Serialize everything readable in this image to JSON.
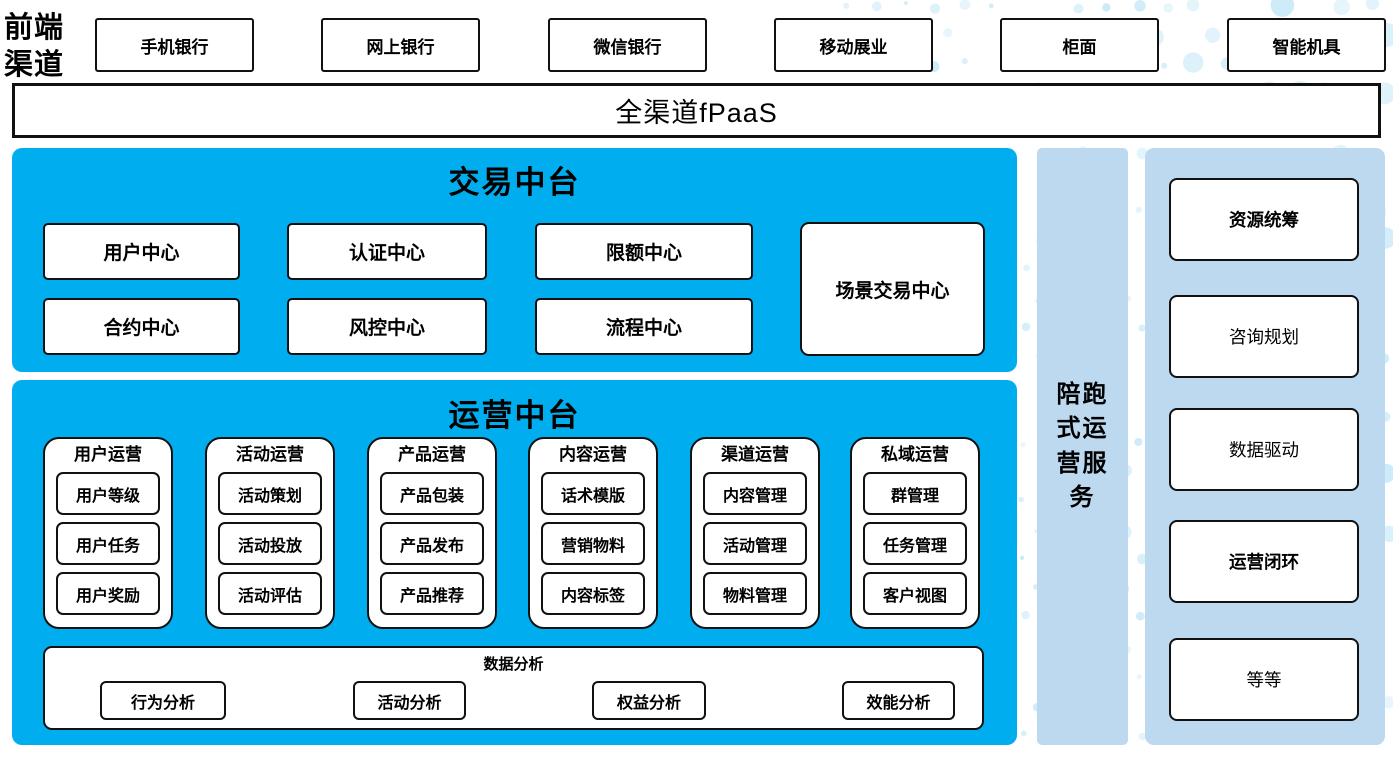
{
  "front_label": "前端渠道",
  "channels": [
    "手机银行",
    "网上银行",
    "微信银行",
    "移动展业",
    "柜面",
    "智能机具"
  ],
  "fpaas_bar": "全渠道fPaaS",
  "trade_platform": {
    "title": "交易中台",
    "centers": [
      "用户中心",
      "认证中心",
      "限额中心",
      "合约中心",
      "风控中心",
      "流程中心"
    ],
    "scene_center": "场景交易中心"
  },
  "operation_platform": {
    "title": "运营中台",
    "columns": [
      {
        "header": "用户运营",
        "items": [
          "用户等级",
          "用户任务",
          "用户奖励"
        ]
      },
      {
        "header": "活动运营",
        "items": [
          "活动策划",
          "活动投放",
          "活动评估"
        ]
      },
      {
        "header": "产品运营",
        "items": [
          "产品包装",
          "产品发布",
          "产品推荐"
        ]
      },
      {
        "header": "内容运营",
        "items": [
          "话术模版",
          "营销物料",
          "内容标签"
        ]
      },
      {
        "header": "渠道运营",
        "items": [
          "内容管理",
          "活动管理",
          "物料管理"
        ]
      },
      {
        "header": "私域运营",
        "items": [
          "群管理",
          "任务管理",
          "客户视图"
        ]
      }
    ],
    "data_analysis": {
      "title": "数据分析",
      "items": [
        "行为分析",
        "活动分析",
        "权益分析",
        "效能分析"
      ]
    }
  },
  "side_service": {
    "label": "陪跑式运营服务"
  },
  "service_panel": {
    "items": [
      {
        "label": "资源统筹",
        "bold": true
      },
      {
        "label": "咨询规划",
        "bold": false
      },
      {
        "label": "数据驱动",
        "bold": false
      },
      {
        "label": "运营闭环",
        "bold": true
      },
      {
        "label": "等等",
        "bold": false
      }
    ]
  },
  "colors": {
    "primary_blue": "#00AEEF",
    "light_blue": "#BDD9EF",
    "dot_blue": "#C9E9F7",
    "border_black": "#111111",
    "box_white": "#FFFFFF"
  }
}
